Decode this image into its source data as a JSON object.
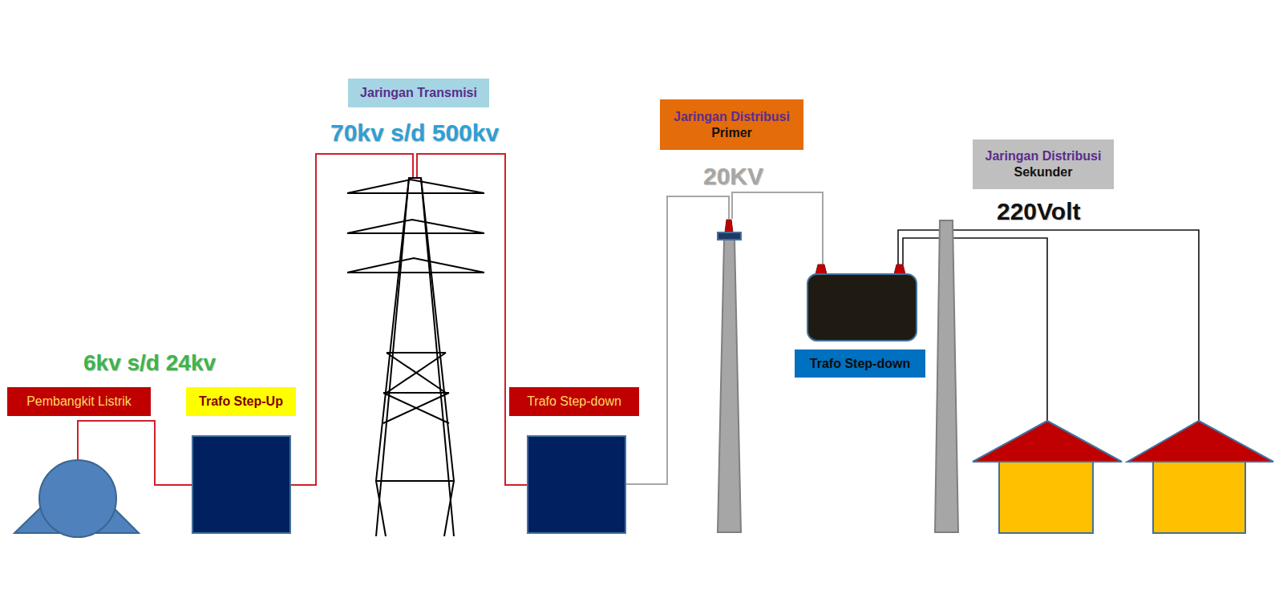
{
  "diagram": {
    "nodes": [
      {
        "text": [
          "Pembangkit Listrik"
        ]
      },
      {
        "text": [
          "Trafo Step-Up"
        ]
      },
      {
        "text": [
          "Jaringan Transmisi"
        ]
      },
      {
        "text": [
          "Trafo Step-down"
        ]
      },
      {
        "text": [
          "Jaringan Distribusi",
          "Primer"
        ]
      },
      {
        "text": [
          "Trafo Step-down"
        ]
      },
      {
        "text": [
          "Jaringan Distribusi",
          "Sekunder"
        ]
      }
    ],
    "labels": [
      "6kv s/d 24kv",
      "70kv s/d 500kv",
      "20KV",
      "220Volt"
    ]
  }
}
